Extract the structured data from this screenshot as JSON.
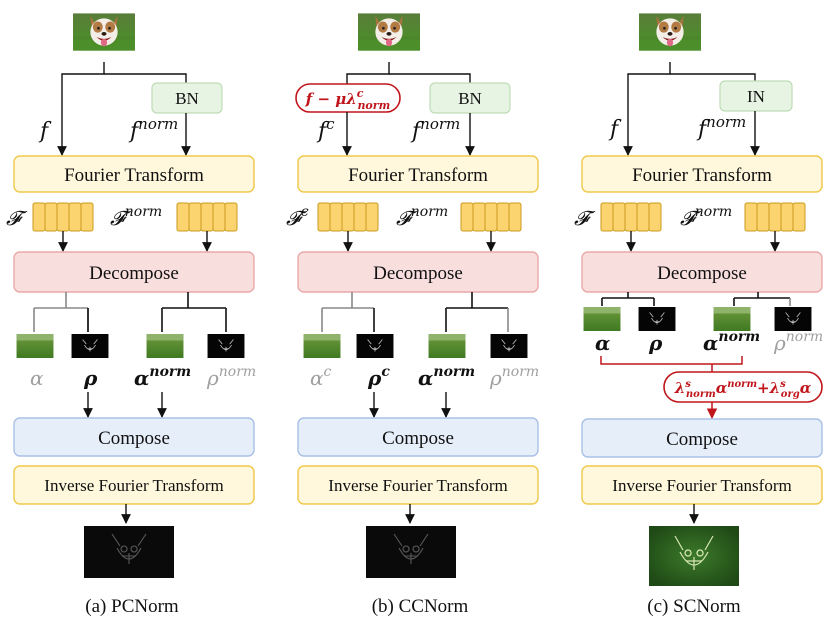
{
  "panels": [
    {
      "id": "a",
      "norm_label": "BN",
      "left_feature": "f",
      "right_feature": "f",
      "right_feature_sup": "norm",
      "fourier_label": "Fourier Transform",
      "left_spectrum": "𝓕",
      "left_spectrum_sup": "",
      "right_spectrum": "𝓕",
      "right_spectrum_sup": "norm",
      "decompose_label": "Decompose",
      "alpha": "α",
      "alpha_sup": "",
      "rho": "ρ",
      "rho_sup": "",
      "alpha_norm": "α",
      "alpha_norm_sup": "norm",
      "rho_norm": "ρ",
      "rho_norm_sup": "norm",
      "compose_label": "Compose",
      "inverse_label": "Inverse Fourier Transform",
      "caption": "(a) PCNorm"
    },
    {
      "id": "b",
      "norm_label": "BN",
      "left_feature": "f",
      "left_feature_sup": "c",
      "right_feature": "f",
      "right_feature_sup": "norm",
      "pill_text": "f − μλ",
      "pill_sup": "c",
      "pill_sub": "norm",
      "fourier_label": "Fourier Transform",
      "left_spectrum": "𝓕",
      "left_spectrum_sup": "c",
      "right_spectrum": "𝓕",
      "right_spectrum_sup": "norm",
      "decompose_label": "Decompose",
      "alpha": "α",
      "alpha_sup": "c",
      "rho": "ρ",
      "rho_sup": "c",
      "alpha_norm": "α",
      "alpha_norm_sup": "norm",
      "rho_norm": "ρ",
      "rho_norm_sup": "norm",
      "compose_label": "Compose",
      "inverse_label": "Inverse Fourier Transform",
      "caption": "(b) CCNorm"
    },
    {
      "id": "c",
      "norm_label": "IN",
      "left_feature": "f",
      "right_feature": "f",
      "right_feature_sup": "norm",
      "fourier_label": "Fourier Transform",
      "left_spectrum": "𝓕",
      "right_spectrum": "𝓕",
      "right_spectrum_sup": "norm",
      "decompose_label": "Decompose",
      "alpha": "α",
      "rho": "ρ",
      "alpha_norm": "α",
      "alpha_norm_sup": "norm",
      "rho_norm": "ρ",
      "rho_norm_sup": "norm",
      "combo": {
        "lam1": "λ",
        "lam1_sup": "s",
        "lam1_sub": "norm",
        "a1": "α",
        "a1_sup": "norm",
        "plus": "+",
        "lam2": "λ",
        "lam2_sup": "s",
        "lam2_sub": "org",
        "a2": "α"
      },
      "compose_label": "Compose",
      "inverse_label": "Inverse Fourier Transform",
      "caption": "(c) SCNorm"
    }
  ],
  "colors": {
    "fourier_fill": "#fff8dc",
    "fourier_stroke": "#f0c84a",
    "decompose_fill": "#f9dede",
    "decompose_stroke": "#e9a9a9",
    "compose_fill": "#e6eefa",
    "compose_stroke": "#a8c0e6",
    "inverse_fill": "#fff8dc",
    "inverse_stroke": "#f0c84a",
    "norm_fill": "#e7f3e3",
    "norm_stroke": "#bfdcb6",
    "spectrum_fill": "#fbd470",
    "spectrum_stroke": "#c99a1c",
    "accent_red": "#c0161b"
  }
}
